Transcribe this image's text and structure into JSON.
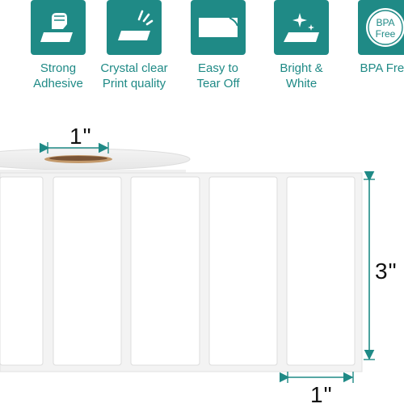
{
  "features": [
    {
      "icon": "fist-on-label-icon",
      "caption": "Strong\nAdhesive"
    },
    {
      "icon": "printing-label-icon",
      "caption": "Crystal clear\nPrint quality"
    },
    {
      "icon": "torn-label-icon",
      "caption": "Easy to\nTear Off"
    },
    {
      "icon": "sparkle-label-icon",
      "caption": "Bright &\nWhite"
    },
    {
      "icon": "bpa-free-badge-icon",
      "caption": "BPA Free",
      "badge_line1": "BPA",
      "badge_line2": "Free"
    }
  ],
  "dimensions": {
    "core_width": "1\"",
    "label_height": "3\"",
    "label_width": "1\""
  },
  "colors": {
    "accent": "#1f8a86",
    "arrow": "#1f8a86"
  }
}
